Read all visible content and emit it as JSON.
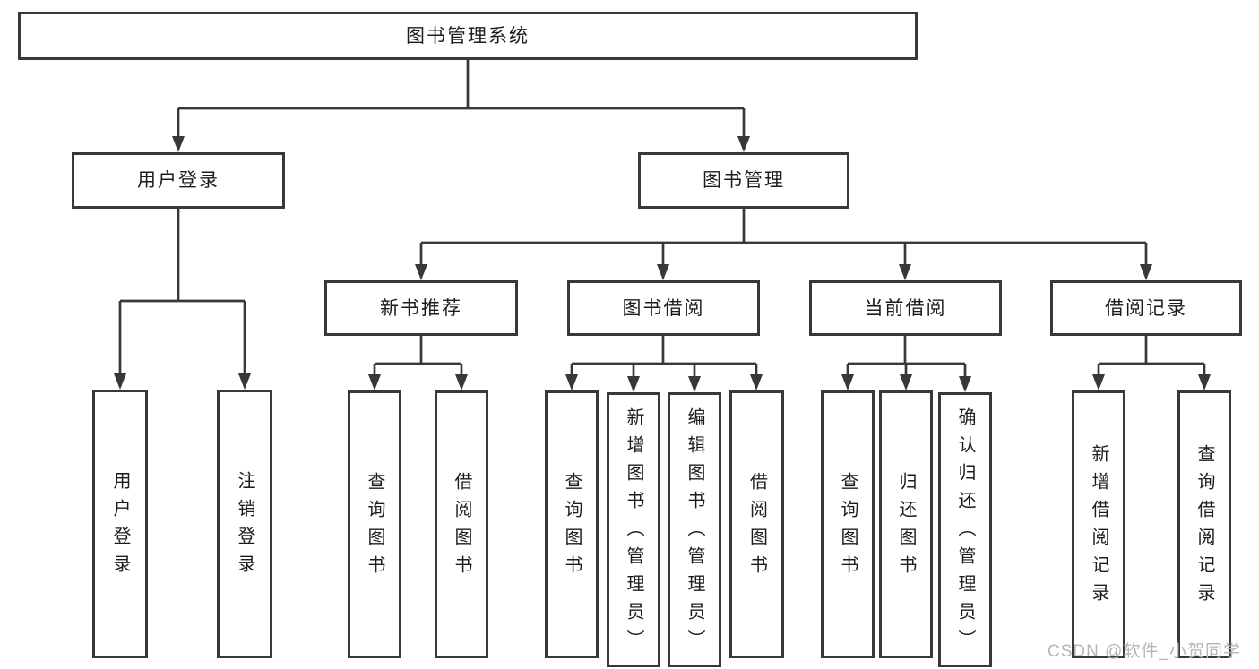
{
  "title": "图书管理系统",
  "watermark": "CSDN @软件_小贺同学",
  "colors": {
    "line": "#383838",
    "text": "#1c1c1c",
    "watermark": "#b6b6b6",
    "background": "#ffffff"
  },
  "diagram_type": "hierarchy-tree",
  "tree": {
    "root": {
      "label": "图书管理系统"
    },
    "children": [
      {
        "label": "用户登录",
        "children": [
          {
            "label": "用户登录"
          },
          {
            "label": "注销登录"
          }
        ]
      },
      {
        "label": "图书管理",
        "children": [
          {
            "label": "新书推荐",
            "children": [
              {
                "label": "查询图书"
              },
              {
                "label": "借阅图书"
              }
            ]
          },
          {
            "label": "图书借阅",
            "children": [
              {
                "label": "查询图书"
              },
              {
                "label": "新增图书（管理员）"
              },
              {
                "label": "编辑图书（管理员）"
              },
              {
                "label": "借阅图书"
              }
            ]
          },
          {
            "label": "当前借阅",
            "children": [
              {
                "label": "查询图书"
              },
              {
                "label": "归还图书"
              },
              {
                "label": "确认归还（管理员）"
              }
            ]
          },
          {
            "label": "借阅记录",
            "children": [
              {
                "label": "新增借阅记录"
              },
              {
                "label": "查询借阅记录"
              }
            ]
          }
        ]
      }
    ]
  }
}
